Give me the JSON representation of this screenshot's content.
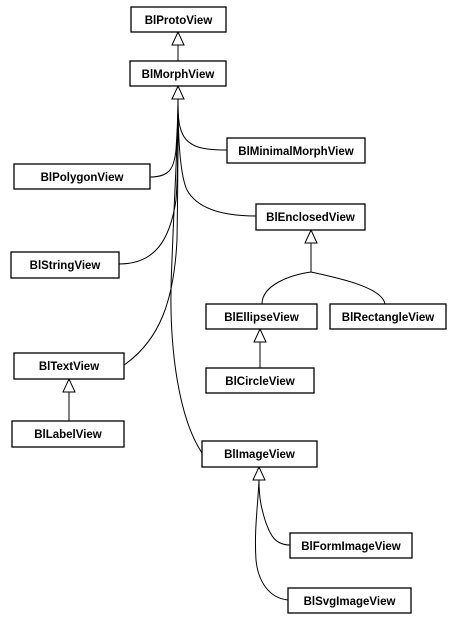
{
  "nodes": {
    "proto": "BlProtoView",
    "morph": "BlMorphView",
    "minimal_morph": "BlMinimalMorphView",
    "polygon": "BlPolygonView",
    "enclosed": "BlEnclosedView",
    "string": "BlStringView",
    "ellipse": "BlEllipseView",
    "rectangle": "BlRectangleView",
    "text": "BlTextView",
    "circle": "BlCircleView",
    "label": "BlLabelView",
    "image": "BlImageView",
    "form_image": "BlFormImageView",
    "svg_image": "BlSvgImageView"
  },
  "edges": [
    {
      "child": "morph",
      "parent": "proto"
    },
    {
      "child": "minimal_morph",
      "parent": "morph"
    },
    {
      "child": "polygon",
      "parent": "morph"
    },
    {
      "child": "enclosed",
      "parent": "morph"
    },
    {
      "child": "string",
      "parent": "morph"
    },
    {
      "child": "text",
      "parent": "morph"
    },
    {
      "child": "image",
      "parent": "morph"
    },
    {
      "child": "ellipse",
      "parent": "enclosed"
    },
    {
      "child": "rectangle",
      "parent": "enclosed"
    },
    {
      "child": "circle",
      "parent": "ellipse"
    },
    {
      "child": "label",
      "parent": "text"
    },
    {
      "child": "form_image",
      "parent": "image"
    },
    {
      "child": "svg_image",
      "parent": "image"
    }
  ]
}
